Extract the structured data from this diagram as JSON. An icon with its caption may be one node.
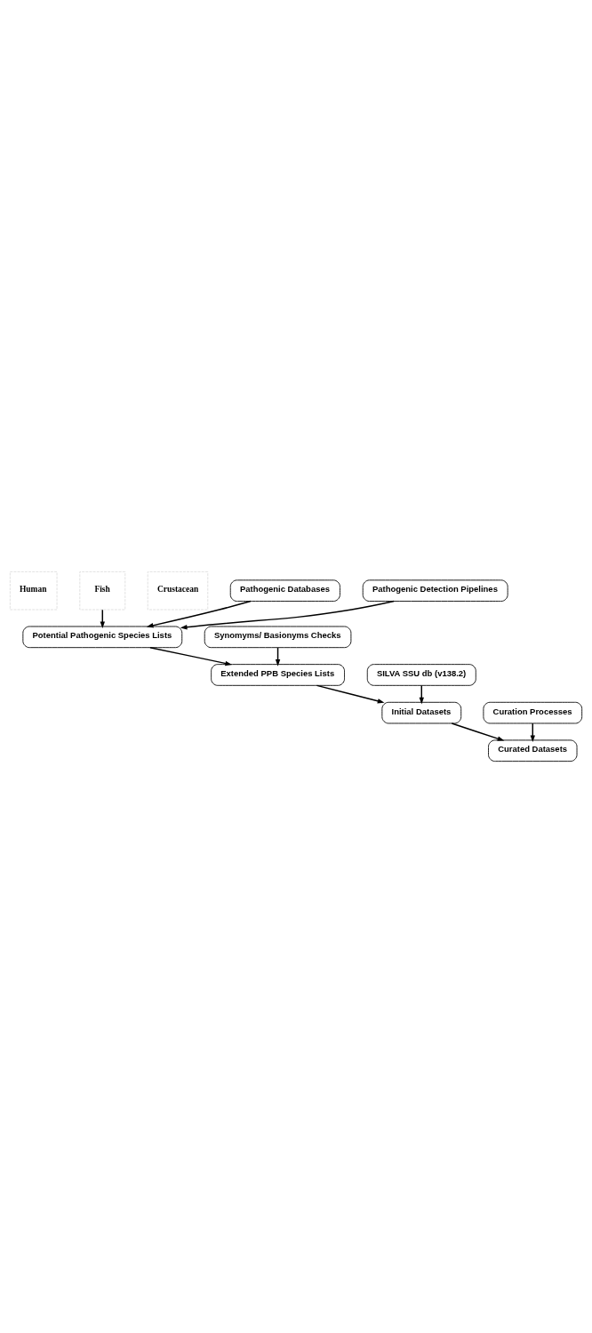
{
  "diagram": {
    "nodes": [
      {
        "text": [
          "Human"
        ]
      },
      {
        "text": [
          "Fish"
        ]
      },
      {
        "text": [
          "Crustacean"
        ]
      },
      {
        "text": [
          "Pathogenic Databases"
        ]
      },
      {
        "text": [
          "Pathogenic Detection Pipelines"
        ]
      },
      {
        "text": [
          "Potential Pathogenic Species Lists"
        ]
      },
      {
        "text": [
          "Synomyms/ Basionyms Checks"
        ]
      },
      {
        "text": [
          "Extended PPB Species Lists"
        ]
      },
      {
        "text": [
          "SILVA SSU db (v138.2)"
        ]
      },
      {
        "text": [
          "Initial Datasets"
        ]
      },
      {
        "text": [
          "Curation Processes"
        ]
      },
      {
        "text": [
          "Curated Datasets"
        ]
      }
    ],
    "edges": [
      {
        "from": 1,
        "to": 5,
        "arrow": "to"
      },
      {
        "from": 3,
        "to": 5,
        "arrow": "to"
      },
      {
        "from": 4,
        "to": 5,
        "arrow": "to"
      },
      {
        "from": 5,
        "to": 7,
        "arrow": "to"
      },
      {
        "from": 6,
        "to": 7,
        "arrow": "to"
      },
      {
        "from": 7,
        "to": 9,
        "arrow": "to"
      },
      {
        "from": 8,
        "to": 9,
        "arrow": "to"
      },
      {
        "from": 9,
        "to": 11,
        "arrow": "to"
      },
      {
        "from": 10,
        "to": 11,
        "arrow": "to"
      }
    ]
  }
}
